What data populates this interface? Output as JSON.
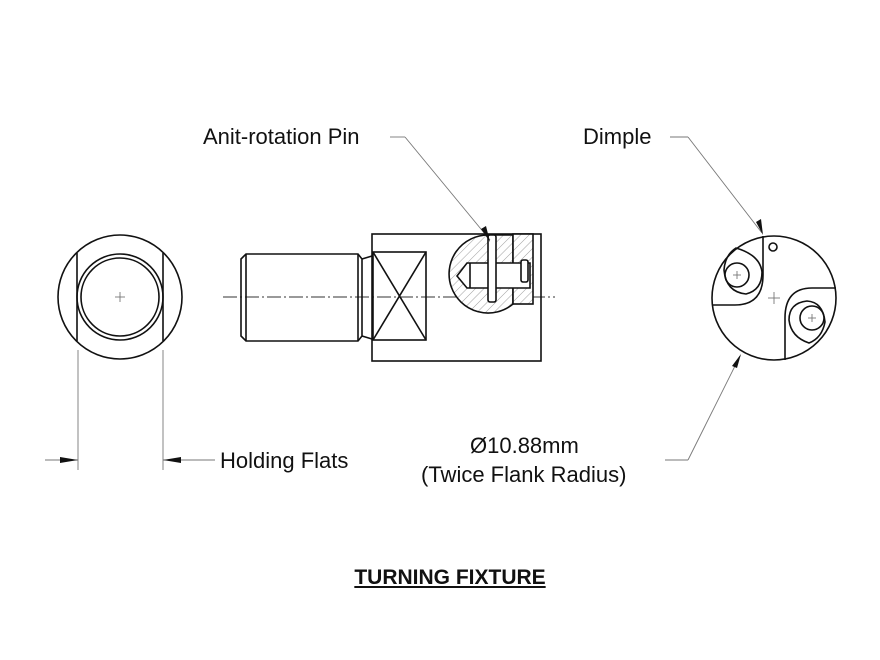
{
  "labels": {
    "anti_rotation_pin": "Anit-rotation Pin",
    "dimple": "Dimple",
    "holding_flats": "Holding Flats",
    "diameter": "Ø10.88mm",
    "diameter_note": "(Twice Flank Radius)"
  },
  "title": "TURNING FIXTURE"
}
